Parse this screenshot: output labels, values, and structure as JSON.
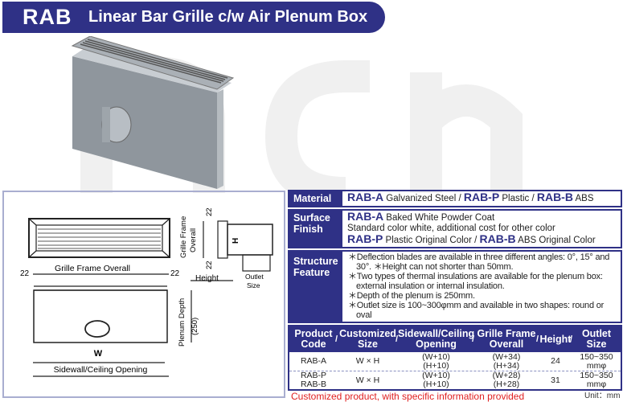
{
  "header": {
    "code": "RAB",
    "title": "Linear Bar Grille c/w Air Plenum Box",
    "color": "#2f3186"
  },
  "drawing": {
    "grille_frame_overall": "Grille Frame Overall",
    "dim_22": "22",
    "sidewall_opening": "Sidewall/Ceiling Opening",
    "w": "W",
    "h": "H",
    "plenum_depth": "Plenum Depth",
    "plenum_value": "(250)",
    "height": "Height",
    "outlet_size_1": "Outlet",
    "outlet_size_2": "Size",
    "gfo_1": "Grille Frame",
    "gfo_2": "Overall"
  },
  "specs": {
    "material": {
      "label_1": "Material",
      "a": "RAB-A",
      "a_text": " Galvanized Steel / ",
      "p": "RAB-P",
      "p_text": " Plastic / ",
      "b": "RAB-B",
      "b_text": " ABS"
    },
    "finish": {
      "label_1": "Surface",
      "label_2": "Finish",
      "a": "RAB-A",
      "a_text": " Baked White Powder Coat",
      "line2": "Standard color white, additional cost for other color",
      "p": "RAB-P",
      "p_text": " Plastic Original Color / ",
      "b": "RAB-B",
      "b_text": "  ABS Original Color"
    },
    "structure": {
      "label_1": "Structure",
      "label_2": "Feature",
      "items": [
        "＊Deflection blades are available in three different angles: 0°, 15° and 30°.   ＊Height can not shorter than 50mm.",
        "＊Two types of thermal insulations are available for the plenum box: external insulation or internal insulation.",
        "＊Depth of the plenum is 250mm.",
        "＊Outlet size is 100~300φmm and available in two shapes: round or oval"
      ]
    }
  },
  "table": {
    "headers": [
      [
        "Product",
        "Code"
      ],
      [
        "Customized",
        "Size"
      ],
      [
        "Sidewall/Ceiling",
        "Opening"
      ],
      [
        "Grille Frame",
        "Overall"
      ],
      [
        "Height",
        ""
      ],
      [
        "Outlet",
        "Size"
      ]
    ],
    "rows": [
      {
        "code": [
          "RAB-A",
          ""
        ],
        "size": "W × H",
        "opening": [
          "(W+10)",
          "(H+10)"
        ],
        "overall": [
          "(W+34)",
          "(H+34)"
        ],
        "height": "24",
        "outlet": [
          "150~350",
          "mmφ"
        ]
      },
      {
        "code": [
          "RAB-P",
          "RAB-B"
        ],
        "size": "W × H",
        "opening": [
          "(W+10)",
          "(H+10)"
        ],
        "overall": [
          "(W+28)",
          "(H+28)"
        ],
        "height": "31",
        "outlet": [
          "150~350",
          "mmφ"
        ]
      }
    ]
  },
  "note": "Customized product, with specific information provided",
  "unit": "Unit：mm"
}
